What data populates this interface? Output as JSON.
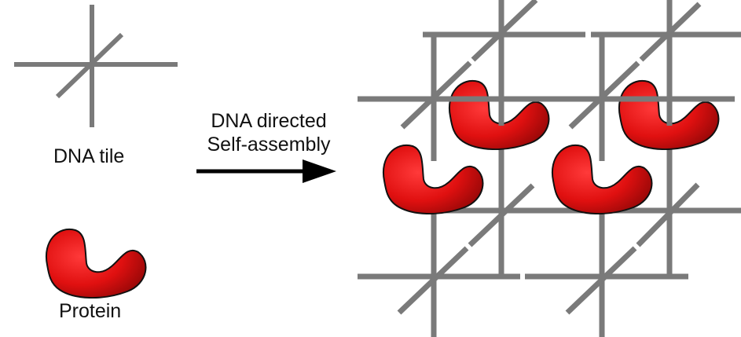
{
  "labels": {
    "dna_tile": "DNA tile",
    "protein": "Protein",
    "process_line1": "DNA directed",
    "process_line2": "Self-assembly"
  },
  "colors": {
    "tile_gray": "#7a7a7a",
    "protein_red": "#e01010",
    "outline": "#111111",
    "arrow": "#000000"
  },
  "icons": {
    "arrow": "right-arrow-icon",
    "protein": "kidney-shaped-protein-icon",
    "tile": "four-arm-cross-tile-icon"
  }
}
